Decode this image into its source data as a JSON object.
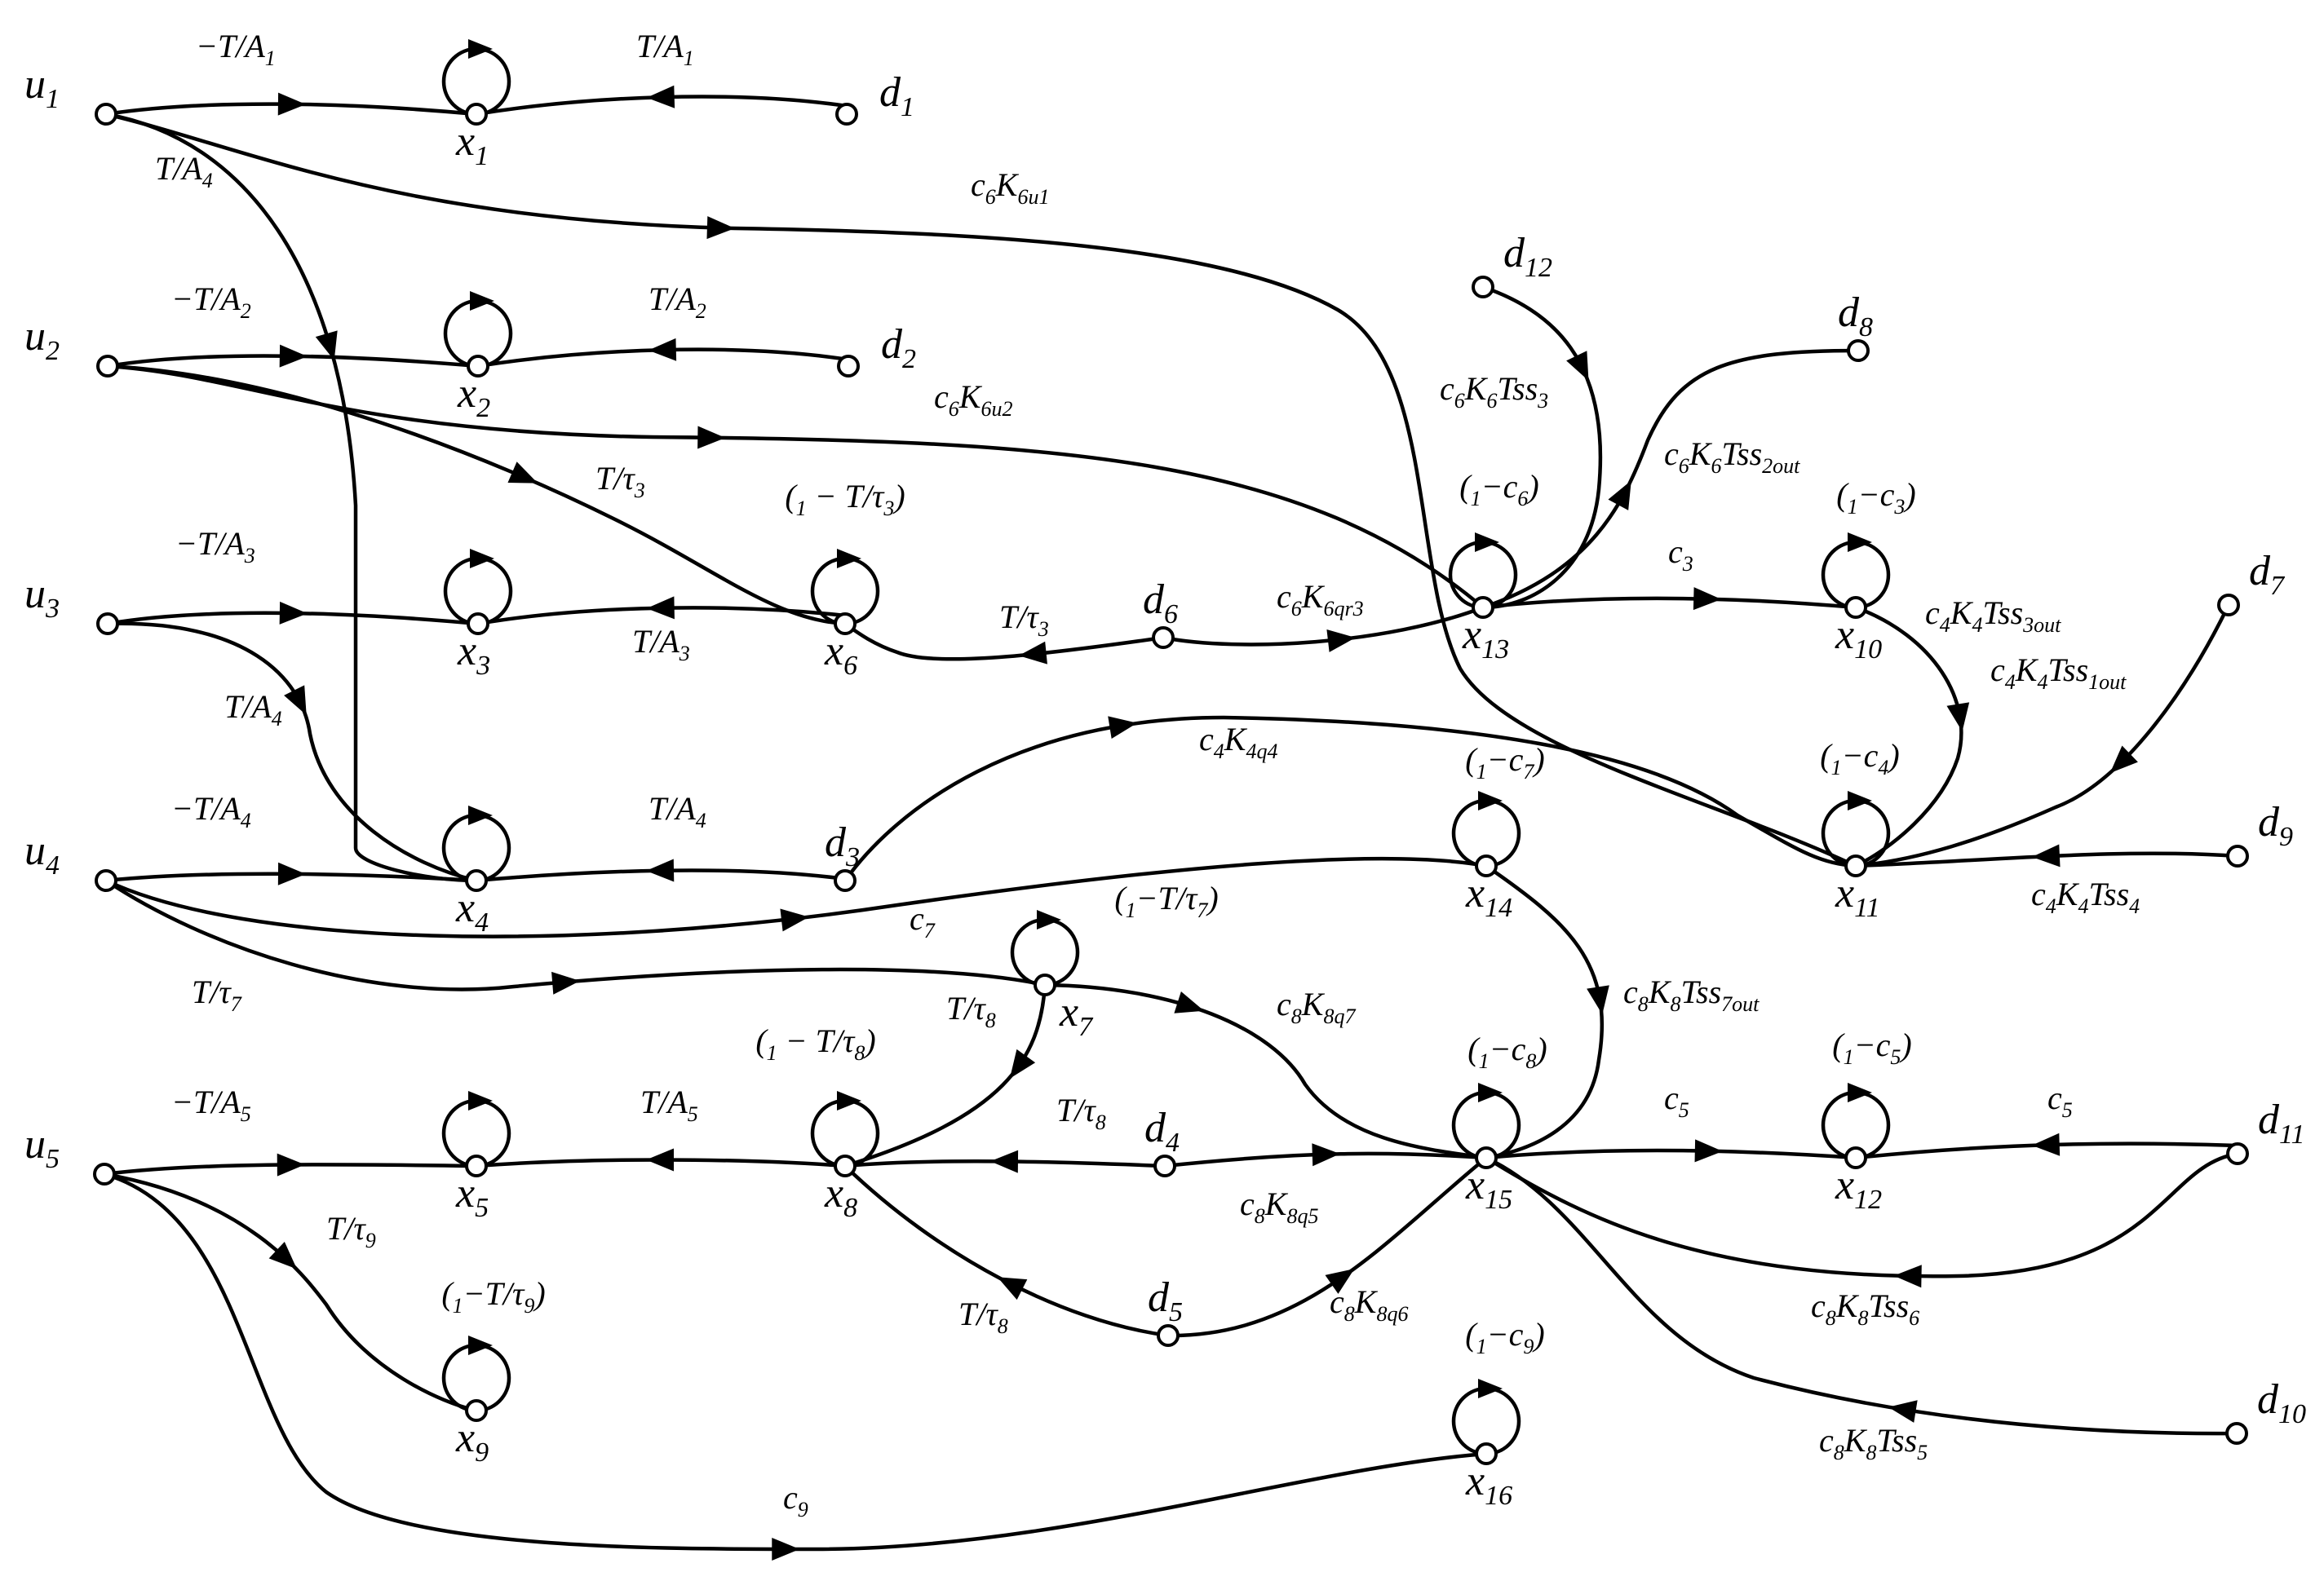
{
  "nodes": [
    {
      "id": "u1",
      "label": "u",
      "sub": "1"
    },
    {
      "id": "u2",
      "label": "u",
      "sub": "2"
    },
    {
      "id": "u3",
      "label": "u",
      "sub": "3"
    },
    {
      "id": "u4",
      "label": "u",
      "sub": "4"
    },
    {
      "id": "u5",
      "label": "u",
      "sub": "5"
    },
    {
      "id": "x1",
      "label": "x",
      "sub": "1"
    },
    {
      "id": "x2",
      "label": "x",
      "sub": "2"
    },
    {
      "id": "x3",
      "label": "x",
      "sub": "3"
    },
    {
      "id": "x4",
      "label": "x",
      "sub": "4"
    },
    {
      "id": "x5",
      "label": "x",
      "sub": "5"
    },
    {
      "id": "x6",
      "label": "x",
      "sub": "6"
    },
    {
      "id": "x7",
      "label": "x",
      "sub": "7"
    },
    {
      "id": "x8",
      "label": "x",
      "sub": "8"
    },
    {
      "id": "x9",
      "label": "x",
      "sub": "9"
    },
    {
      "id": "x10",
      "label": "x",
      "sub": "10"
    },
    {
      "id": "x11",
      "label": "x",
      "sub": "11"
    },
    {
      "id": "x12",
      "label": "x",
      "sub": "12"
    },
    {
      "id": "x13",
      "label": "x",
      "sub": "13"
    },
    {
      "id": "x14",
      "label": "x",
      "sub": "14"
    },
    {
      "id": "x15",
      "label": "x",
      "sub": "15"
    },
    {
      "id": "x16",
      "label": "x",
      "sub": "16"
    },
    {
      "id": "d1",
      "label": "d",
      "sub": "1"
    },
    {
      "id": "d2",
      "label": "d",
      "sub": "2"
    },
    {
      "id": "d3",
      "label": "d",
      "sub": "3"
    },
    {
      "id": "d4",
      "label": "d",
      "sub": "4"
    },
    {
      "id": "d5",
      "label": "d",
      "sub": "5"
    },
    {
      "id": "d6",
      "label": "d",
      "sub": "6"
    },
    {
      "id": "d7",
      "label": "d",
      "sub": "7"
    },
    {
      "id": "d8",
      "label": "d",
      "sub": "8"
    },
    {
      "id": "d9",
      "label": "d",
      "sub": "9"
    },
    {
      "id": "d10",
      "label": "d",
      "sub": "10"
    },
    {
      "id": "d11",
      "label": "d",
      "sub": "11"
    },
    {
      "id": "d12",
      "label": "d",
      "sub": "12"
    }
  ],
  "self_loops": [
    {
      "node": "x1",
      "label": ""
    },
    {
      "node": "x2",
      "label": ""
    },
    {
      "node": "x3",
      "label": ""
    },
    {
      "node": "x4",
      "label": ""
    },
    {
      "node": "x5",
      "label": ""
    },
    {
      "node": "x6",
      "label": "(1 − T/τ3)"
    },
    {
      "node": "x7",
      "label": "(1−T/τ7)"
    },
    {
      "node": "x8",
      "label": "(1 − T/τ8)"
    },
    {
      "node": "x9",
      "label": "(1−T/τ9)"
    },
    {
      "node": "x10",
      "label": "(1−c3)"
    },
    {
      "node": "x11",
      "label": "(1−c4)"
    },
    {
      "node": "x12",
      "label": "(1−c5)"
    },
    {
      "node": "x13",
      "label": "(1−c6)"
    },
    {
      "node": "x14",
      "label": "(1−c7)"
    },
    {
      "node": "x15",
      "label": "(1−c8)"
    },
    {
      "node": "x16",
      "label": "(1−c9)"
    }
  ],
  "edges": [
    {
      "from": "u1",
      "to": "x1",
      "label": "−T/A1"
    },
    {
      "from": "d1",
      "to": "x1",
      "label": "T/A1"
    },
    {
      "from": "u1",
      "to": "x4",
      "label": "T/A4"
    },
    {
      "from": "u1",
      "to": "x11",
      "label": "c6K6u1"
    },
    {
      "from": "u2",
      "to": "x2",
      "label": "−T/A2"
    },
    {
      "from": "d2",
      "to": "x2",
      "label": "T/A2"
    },
    {
      "from": "u2",
      "to": "x13",
      "label": "c6K6u2"
    },
    {
      "from": "u2",
      "to": "x6",
      "label": "T/τ3"
    },
    {
      "from": "u3",
      "to": "x3",
      "label": "−T/A3"
    },
    {
      "from": "x6",
      "to": "x3",
      "label": "T/A3"
    },
    {
      "from": "u3",
      "to": "x4",
      "label": "T/A4"
    },
    {
      "from": "d6",
      "to": "x6",
      "label": "T/τ3"
    },
    {
      "from": "d6",
      "to": "x13",
      "label": "c6K6qr3"
    },
    {
      "from": "d12",
      "to": "x13",
      "label": "c6K6Tss3"
    },
    {
      "from": "x13",
      "to": "d8",
      "label": "c6K6Tss2out"
    },
    {
      "from": "x13",
      "to": "x10",
      "label": "c3"
    },
    {
      "from": "x10",
      "to": "x11",
      "label": "c4K4Tss3out"
    },
    {
      "from": "d7",
      "to": "x11",
      "label": "c4K4Tss1out"
    },
    {
      "from": "d9",
      "to": "x11",
      "label": "c4K4Tss4"
    },
    {
      "from": "d3",
      "to": "x11",
      "label": "c4K4q4"
    },
    {
      "from": "u4",
      "to": "x4",
      "label": "−T/A4"
    },
    {
      "from": "d3",
      "to": "x4",
      "label": "T/A4"
    },
    {
      "from": "u4",
      "to": "x14",
      "label": "c7"
    },
    {
      "from": "u4",
      "to": "x7",
      "label": "T/τ7"
    },
    {
      "from": "x7",
      "to": "x15",
      "label": "c8K8q7"
    },
    {
      "from": "x7",
      "to": "x8",
      "label": "T/τ8"
    },
    {
      "from": "x14",
      "to": "x15",
      "label": "c8K8Tss7out"
    },
    {
      "from": "u5",
      "to": "x5",
      "label": "−T/A5"
    },
    {
      "from": "x8",
      "to": "x5",
      "label": "T/A5"
    },
    {
      "from": "d4",
      "to": "x8",
      "label": "T/τ8"
    },
    {
      "from": "d4",
      "to": "x15",
      "label": "c8K8q5"
    },
    {
      "from": "d5",
      "to": "x8",
      "label": "T/τ8"
    },
    {
      "from": "d5",
      "to": "x15",
      "label": "c8K8q6"
    },
    {
      "from": "x15",
      "to": "x12",
      "label": "c5"
    },
    {
      "from": "d11",
      "to": "x12",
      "label": "c5"
    },
    {
      "from": "d11",
      "to": "x15",
      "label": "c8K8Tss6"
    },
    {
      "from": "d10",
      "to": "x15",
      "label": "c8K8Tss5"
    },
    {
      "from": "u5",
      "to": "x9",
      "label": "T/τ9"
    },
    {
      "from": "u5",
      "to": "x16",
      "label": "c9"
    }
  ]
}
